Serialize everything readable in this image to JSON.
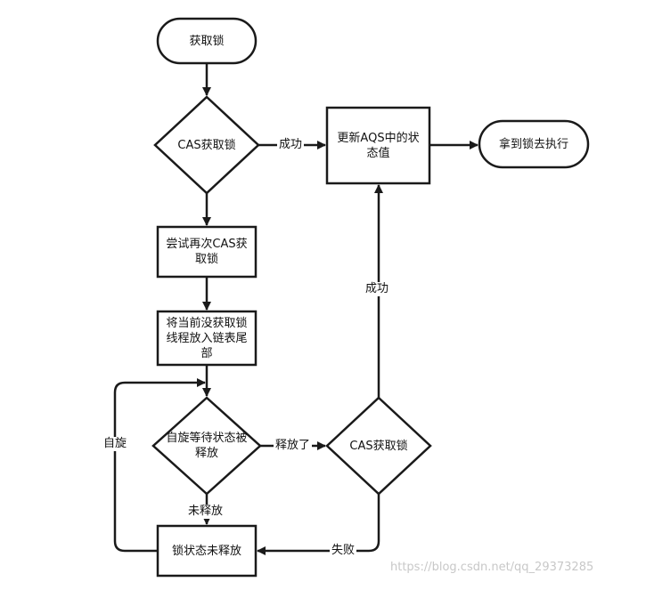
{
  "nodes": {
    "start": "获取锁",
    "cas1": "CAS获取锁",
    "retry": "尝试再次CAS获取锁",
    "enqueue": "将当前没获取锁线程放入链表尾部",
    "wait": "自旋等待状态被释放",
    "cas2": "CAS获取锁",
    "update_state": "更新AQS中的状态值",
    "acquired": "拿到锁去执行",
    "not_released": "锁状态未释放"
  },
  "edges": {
    "success1": "成功",
    "success2": "成功",
    "released": "释放了",
    "not_released": "未释放",
    "fail": "失败",
    "spin": "自旋"
  },
  "watermark": "https://blog.csdn.net/qq_29373285",
  "colors": {
    "stroke": "#1a1a1a",
    "fill": "#ffffff",
    "text": "#111111",
    "watermark": "#c8c8c8"
  }
}
